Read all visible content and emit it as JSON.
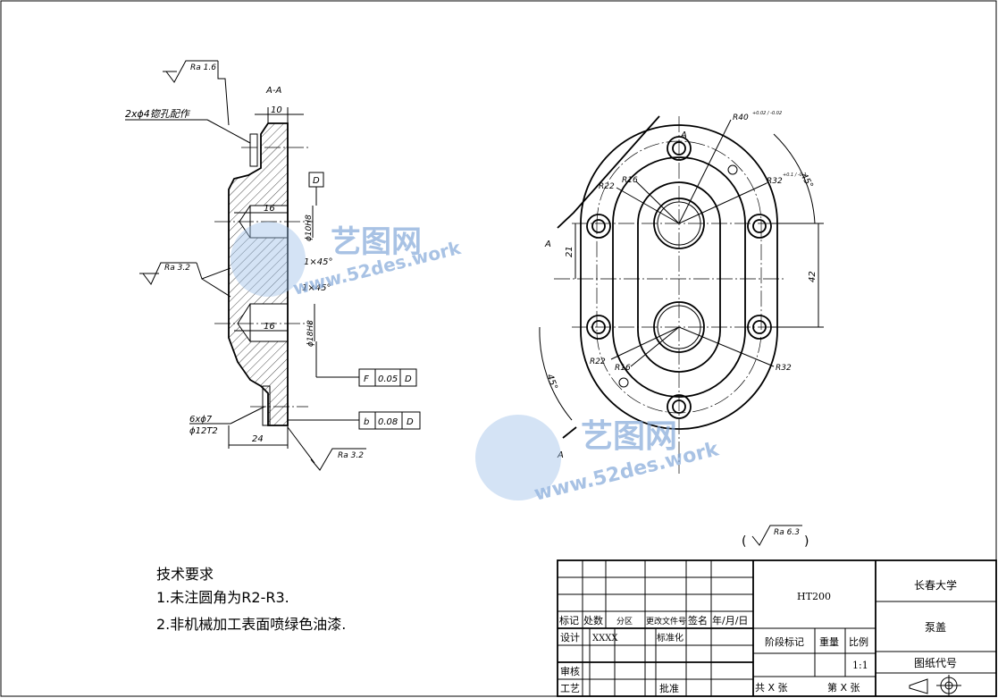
{
  "section_label": "A-A",
  "section_mark": "A",
  "dims": {
    "d10": "10",
    "d16a": "16",
    "d16b": "16",
    "d24": "24",
    "d21": "21",
    "d42": "42",
    "d45a": "45°",
    "d45b": "45°",
    "phi10": "ϕ10H8",
    "phi18": "ϕ18H8",
    "chamfer1": "1×45°",
    "chamfer2": "1×45°",
    "r40": "R40",
    "r40_tol": "+0.02 / -0.02",
    "r32a": "R32",
    "r32a_tol": "+0.1 / -0.1",
    "r32b": "R32",
    "r22a": "R22",
    "r22b": "R22",
    "r16a": "R16",
    "r16b": "R16"
  },
  "notes": {
    "pin_hole": "2xϕ4锪孔配作",
    "holes_line1": "6xϕ7",
    "holes_line2": "ϕ12T2"
  },
  "roughness": {
    "top": "Ra 1.6",
    "left": "Ra 3.2",
    "bottom": "Ra 3.2",
    "general": "Ra 6.3"
  },
  "datum": "D",
  "gdt1": {
    "symbol": "F",
    "value": "0.05",
    "datum": "D"
  },
  "gdt2": {
    "symbol": "b",
    "value": "0.08",
    "datum": "D"
  },
  "tech_req": {
    "title": "技术要求",
    "line1": "1.未注圆角为R2-R3.",
    "line2": "2.非机械加工表面喷绿色油漆."
  },
  "title_block": {
    "material": "HT200",
    "school": "长春大学",
    "part_name": "泵盖",
    "drawing_code": "图纸代号",
    "stage": "阶段标记",
    "weight": "重量",
    "ratio": "比例",
    "scale": "1:1",
    "total_sheets": "共 X 张",
    "sheet_no": "第 X 张",
    "mark": "标记",
    "count": "处数",
    "zone": "分区",
    "change_doc": "更改文件号",
    "sign": "签名",
    "date": "年/月/日",
    "design": "设计",
    "designer": "XXXX",
    "standard": "标准化",
    "review": "审核",
    "process": "工艺",
    "approve": "批准"
  },
  "watermark": {
    "brand": "艺图网",
    "url": "www.52des.work"
  }
}
